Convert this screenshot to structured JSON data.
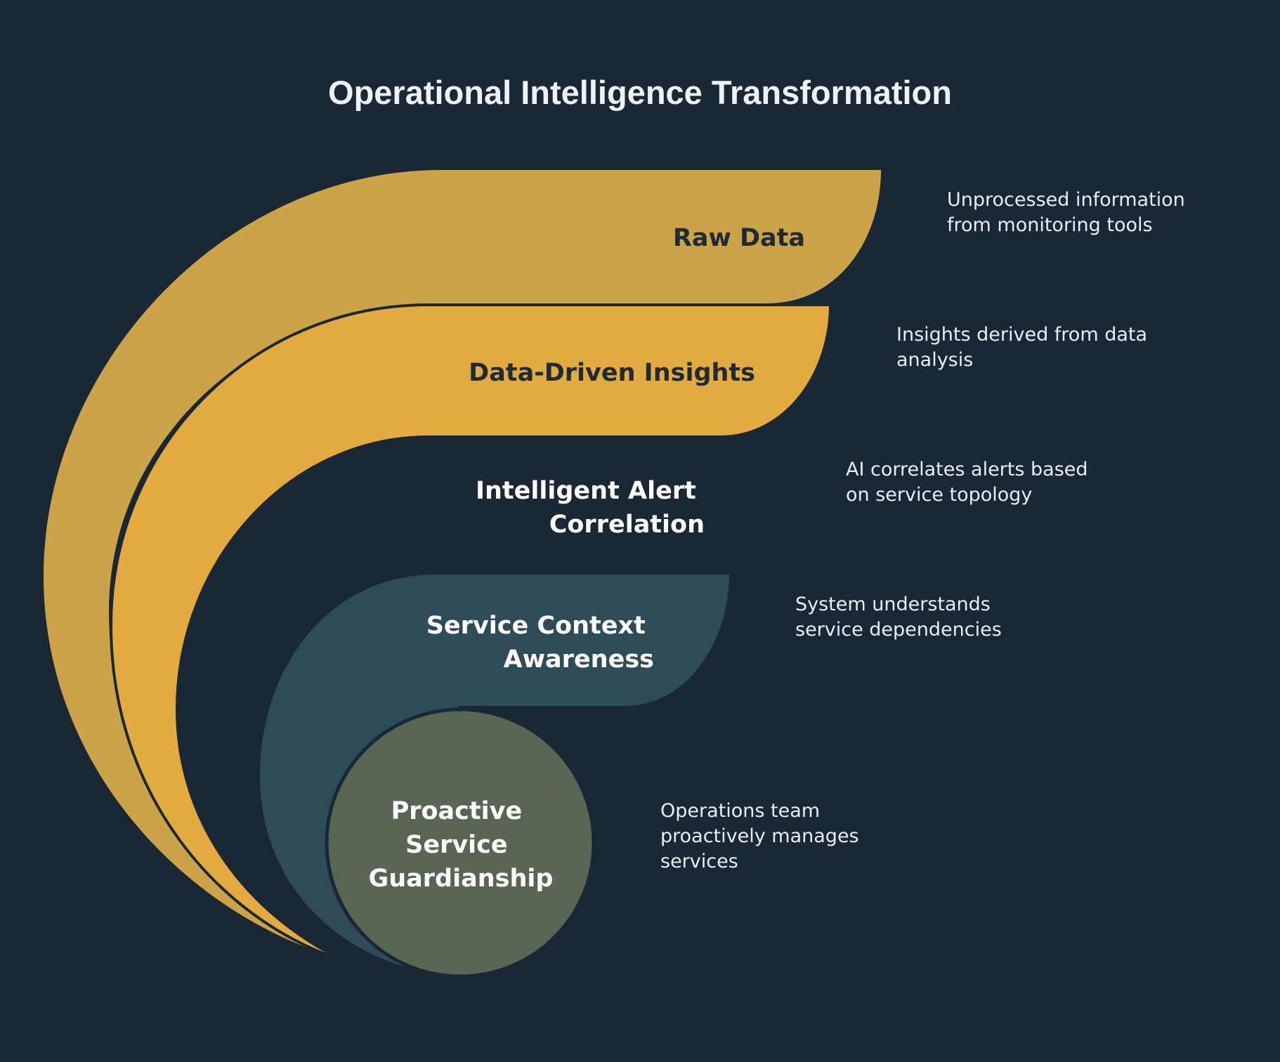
{
  "title": "Operational Intelligence Transformation",
  "colors": {
    "background": "#1a2734",
    "raw_data": "#cca349",
    "data_driven_insights": "#e2aa40",
    "intelligent_alert_correlation": "#1a2734",
    "service_context_awareness": "#2d4c57",
    "proactive_service_guardianship": "#5a6654",
    "outline": "#1a2734",
    "dark_label": "#1e2a36",
    "light_label": "#ffffff"
  },
  "stages": [
    {
      "id": "raw-data",
      "label_lines": [
        "Raw Data"
      ],
      "description_lines": [
        "Unprocessed information",
        "from monitoring tools"
      ]
    },
    {
      "id": "data-driven-insights",
      "label_lines": [
        "Data-Driven Insights"
      ],
      "description_lines": [
        "Insights derived from data",
        "analysis"
      ]
    },
    {
      "id": "intelligent-alert-correlation",
      "label_lines": [
        "Intelligent Alert",
        "Correlation"
      ],
      "description_lines": [
        "AI correlates alerts based",
        "on service topology"
      ]
    },
    {
      "id": "service-context-awareness",
      "label_lines": [
        "Service Context",
        "Awareness"
      ],
      "description_lines": [
        "System understands",
        "service dependencies"
      ]
    },
    {
      "id": "proactive-service-guardianship",
      "label_lines": [
        "Proactive",
        "Service",
        "Guardianship"
      ],
      "description_lines": [
        "Operations team",
        "proactively manages",
        "services"
      ]
    }
  ]
}
